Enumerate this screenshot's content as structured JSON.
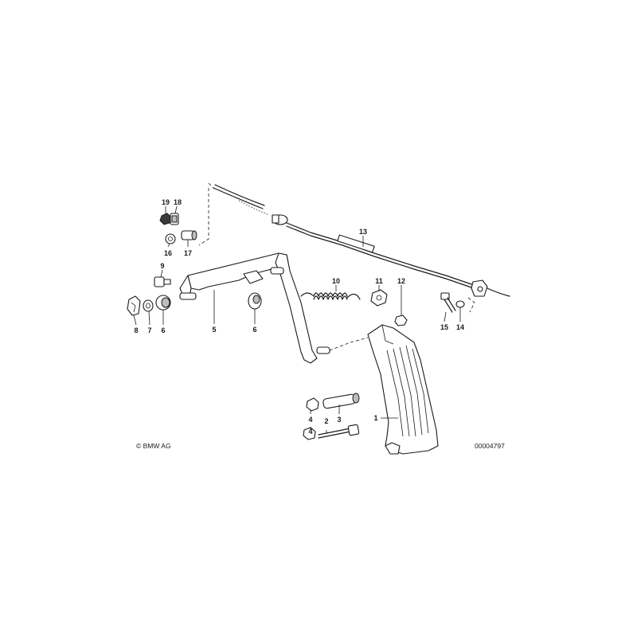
{
  "copyright": "© BMW AG",
  "diagram_id": "00004797",
  "labels": {
    "p1": "1",
    "p2": "2",
    "p3": "3",
    "p4a": "4",
    "p4b": "4",
    "p5": "5",
    "p6a": "6",
    "p6b": "6",
    "p7": "7",
    "p8": "8",
    "p9": "9",
    "p10": "10",
    "p11": "11",
    "p12": "12",
    "p13": "13",
    "p14": "14",
    "p15": "15",
    "p16": "16",
    "p17": "17",
    "p18": "18",
    "p19": "19"
  }
}
